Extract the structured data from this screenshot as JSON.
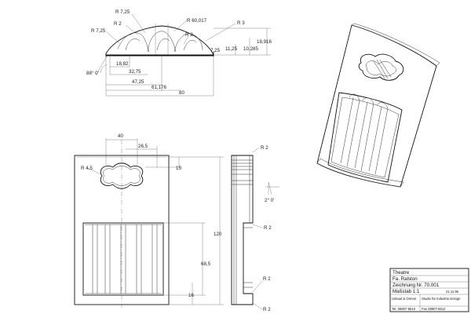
{
  "top_view": {
    "dims": {
      "r_7_25_top": "R 7,25",
      "r_2_a": "R 2",
      "r_60017": "R 60,017",
      "r_7_25_left": "R 7,25",
      "r_2_b": "R 2",
      "r_3": "R 3",
      "d_18_916": "18,916",
      "d_11_25": "11,25",
      "d_10_285": "10,285",
      "d_7_25": "7,25",
      "d_18_82": "18,82",
      "d_32_75": "32,75",
      "angle_88": "88° 0'",
      "d_47_25": "47,25",
      "d_61_176": "61,176",
      "d_80": "80"
    }
  },
  "front_view": {
    "dims": {
      "d_40": "40",
      "d_26_5": "26,5",
      "r_4_5": "R 4,5",
      "d_15": "15",
      "d_120": "120",
      "d_68_5": "68,5",
      "d_16": "16"
    }
  },
  "side_view": {
    "dims": {
      "r_2_1": "R 2",
      "r_2_2": "R 2",
      "r_2_3": "R 2",
      "r_2_4": "R 2",
      "angle_2": "2° 0'"
    }
  },
  "title_block": {
    "line1": "Theatre",
    "line2": "Fa. Ralston",
    "line3": "Zeichnung Nr. 70.001",
    "line4": "Maßstab 1:1",
    "date": "21.11.96",
    "firm_left": "Unkauf & Ormon",
    "firm_right": "Studio für Industrie Design",
    "tel": "Tel. 08807-6510",
    "fax": "Fax 08807-6512"
  }
}
